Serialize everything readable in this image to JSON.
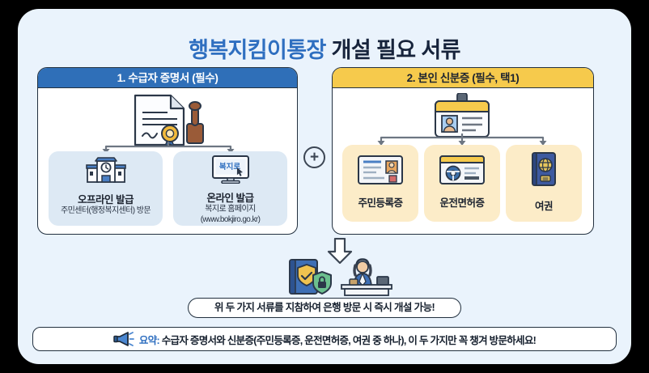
{
  "title": {
    "highlight": "행복지킴이통장",
    "rest": " 개설 필요 서류"
  },
  "sections": [
    {
      "header": "1. 수급자 증명서 (필수)",
      "header_color": "#2f6fb8",
      "main_icon": "certificate-stamp-icon",
      "options": [
        {
          "icon": "community-center-building-icon",
          "title": "오프라인 발급",
          "line1": "주민센터(행정복지센터) 방문",
          "line2": ""
        },
        {
          "icon": "monitor-bokjiro-icon",
          "screen_text": "복지로",
          "title": "온라인 발급",
          "line1": "복지로 홈페이지",
          "line2": "(www.bokjiro.go.kr)"
        }
      ]
    },
    {
      "header": "2. 본인 신분증 (필수, 택1)",
      "header_color": "#f6ca4c",
      "main_icon": "id-badge-icon",
      "options": [
        {
          "icon": "resident-card-icon",
          "label": "주민등록증"
        },
        {
          "icon": "driver-license-icon",
          "label": "운전면허증"
        },
        {
          "icon": "passport-icon",
          "label": "여권"
        }
      ]
    }
  ],
  "connector": {
    "plus_symbol": "+",
    "arrow_icon": "down-arrow-icon"
  },
  "bank_scene": {
    "icon": "bank-teller-security-icon"
  },
  "result": {
    "text": "위 두 가지 서류를 지참하여 은행 방문 시 즉시 개설 가능!"
  },
  "footer": {
    "icon": "megaphone-icon",
    "keyword": "요약:",
    "text": "수급자 증명서와 신분증(주민등록증, 운전면허증, 여권 중 하나), 이 두 가지만 꼭 챙겨 방문하세요!"
  },
  "colors": {
    "background": "#000000",
    "card": "#eaf3fc",
    "blue": "#2f6fb8",
    "yellow": "#f6ca4c",
    "title_blue": "#2f6fc0",
    "title_dark": "#17243c",
    "subcard": "#dde9f4",
    "idcard": "#fcecc8"
  }
}
